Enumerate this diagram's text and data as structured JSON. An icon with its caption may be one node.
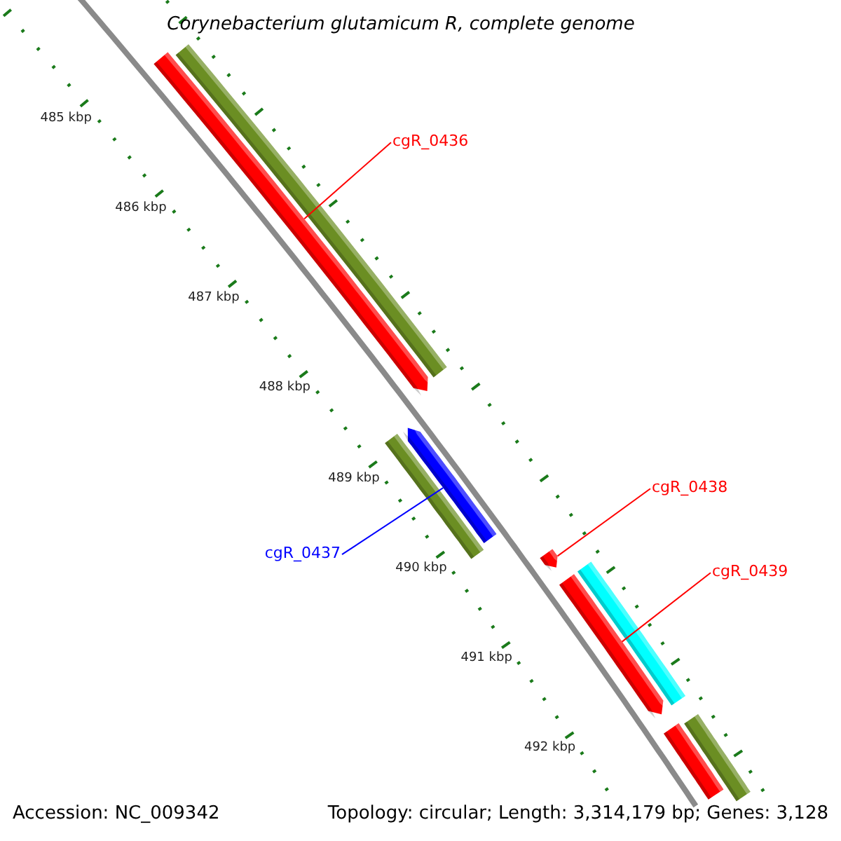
{
  "diagram": {
    "title": "Corynebacterium glutamicum R, complete genome",
    "nodes": [
      {
        "text": [
          "cgR_0436"
        ]
      },
      {
        "text": [],
        "shape": "bar"
      },
      {
        "text": [],
        "shape": "bar"
      },
      {
        "text": [],
        "shape": "bar"
      },
      {
        "text": [],
        "shape": "bar"
      },
      {
        "text": [
          "cgR_0437"
        ]
      },
      {
        "text": [
          "cgR_0438"
        ]
      },
      {
        "text": [],
        "shape": "bar"
      },
      {
        "text": [
          "cgR_0439"
        ]
      },
      {
        "text": [],
        "shape": "bar"
      },
      {
        "text": [],
        "shape": "bar"
      },
      {
        "text": [],
        "shape": "bar"
      },
      {
        "text": [],
        "shape": "bar"
      }
    ],
    "edges": [
      {
        "from": 0,
        "to": 2,
        "arrow": "none"
      },
      {
        "from": 5,
        "to": 3,
        "arrow": "none",
        "color": "#0000ff"
      },
      {
        "from": 6,
        "to": 7,
        "arrow": "none"
      },
      {
        "from": 8,
        "to": 10,
        "arrow": "none"
      }
    ],
    "labels": [
      "485 kbp",
      "486 kbp",
      "487 kbp",
      "488 kbp",
      "489 kbp",
      "490 kbp",
      "491 kbp",
      "492 kbp",
      "Accession: NC_009342",
      "Topology: circular; Length: 3,314,179 bp; Genes: 3,128"
    ]
  }
}
